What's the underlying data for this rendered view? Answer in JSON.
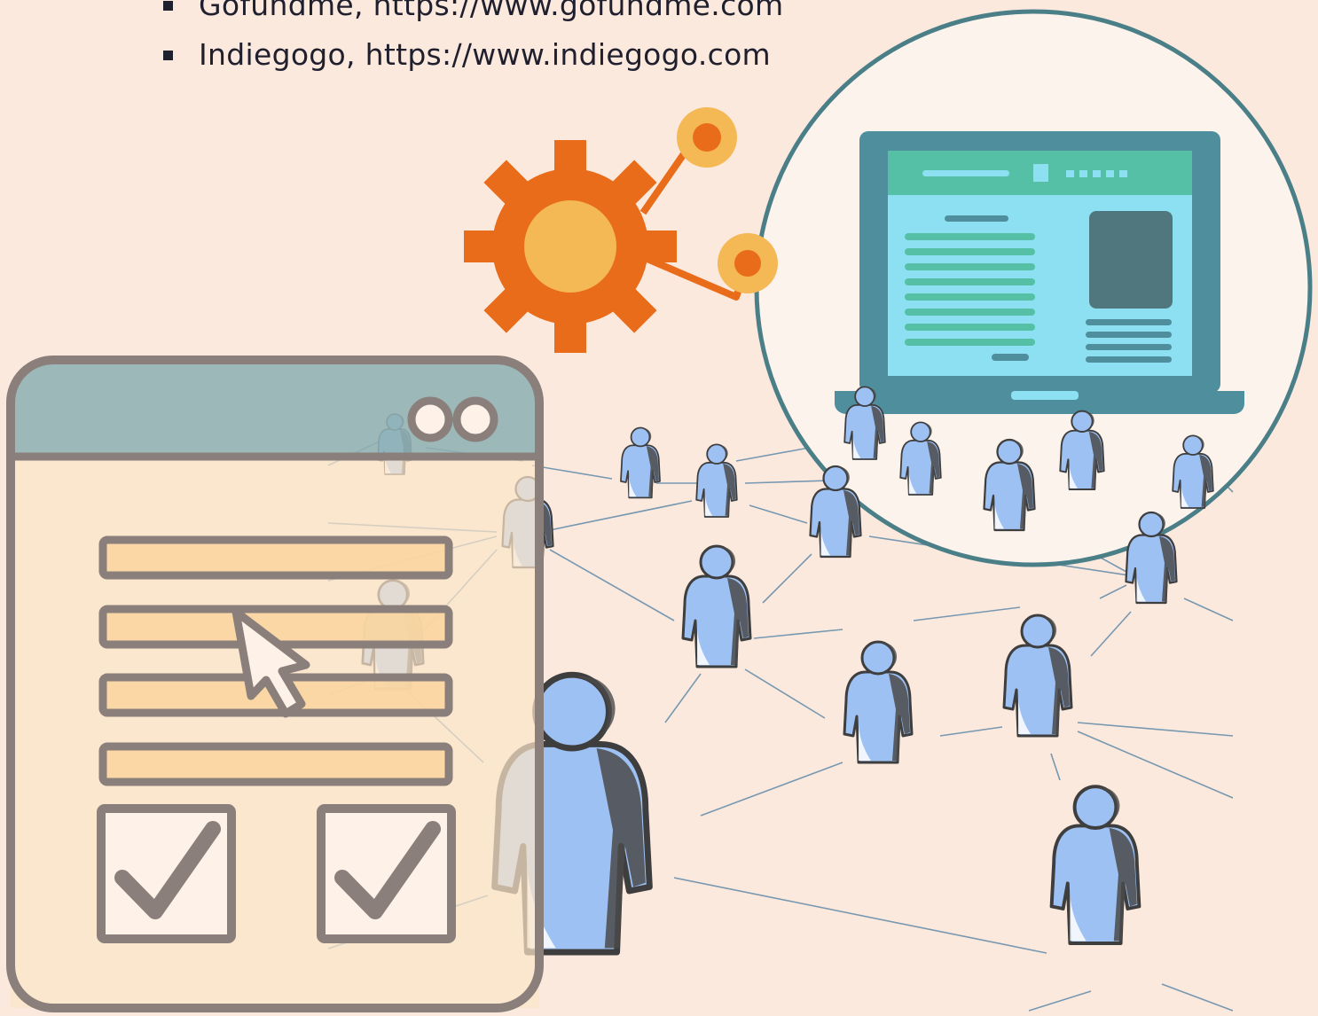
{
  "links": [
    {
      "name": "Gofundme",
      "url": "https://www.gofundme.com",
      "text": "Gofundme, https://www.gofundme.com"
    },
    {
      "name": "Indiegogo",
      "url": "https://www.indiegogo.com",
      "text": "Indiegogo, https://www.indiegogo.com"
    }
  ],
  "icons": {
    "gear": "gear-icon",
    "laptop": "laptop-icon",
    "form_window": "browser-form-icon",
    "cursor": "cursor-arrow-icon",
    "checkbox": "checkmark-icon",
    "person": "person-icon"
  },
  "colors": {
    "background": "#fce9de",
    "gear_orange": "#e86c1a",
    "gear_center": "#f4b855",
    "laptop_frame": "#4f8e9c",
    "laptop_screen": "#8ce0f2",
    "laptop_header": "#55c0a5",
    "window_header": "#8fb0b3",
    "window_border": "#8a7f7a",
    "form_field": "#f9d5a1",
    "person_fill": "#9ec1f3",
    "person_outline": "#4a4a4a",
    "network_line": "#5f8aa8"
  }
}
